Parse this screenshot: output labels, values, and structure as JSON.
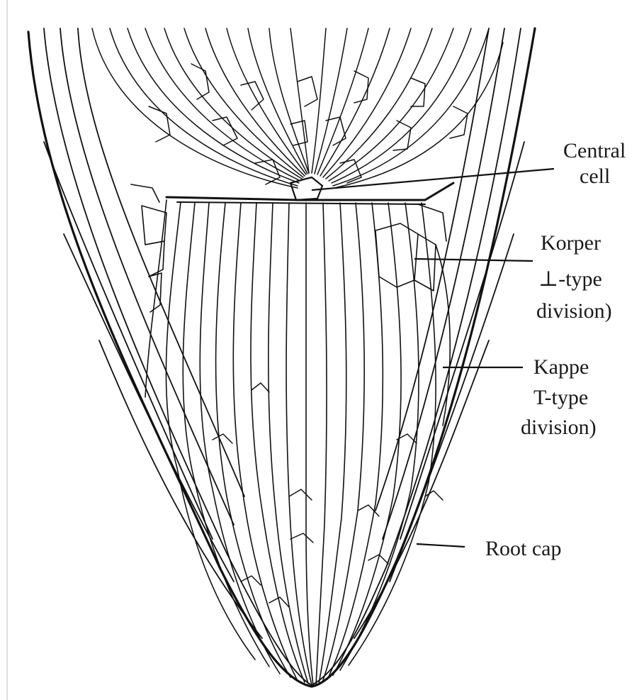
{
  "diagram": {
    "labels": {
      "central_cell": [
        "Central",
        "cell"
      ],
      "korper": [
        "Korper",
        "⊥-type",
        "division)"
      ],
      "kappe": [
        "Kappe",
        "T-type",
        "division)"
      ],
      "root_cap": [
        "Root cap"
      ]
    }
  }
}
